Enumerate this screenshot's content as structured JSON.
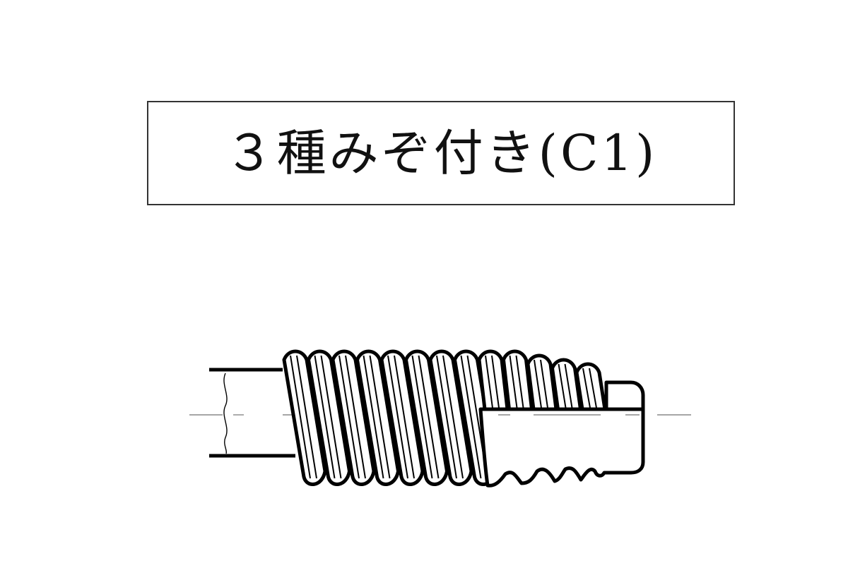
{
  "title": {
    "label": "３種みぞ付き(C1)"
  },
  "drawing": {
    "subject": "tap-with-threads-and-partial-section",
    "thread_crest_count": 13,
    "colors": {
      "outline": "#000000",
      "centerline": "#888888",
      "border": "#333333",
      "background": "#ffffff"
    }
  }
}
